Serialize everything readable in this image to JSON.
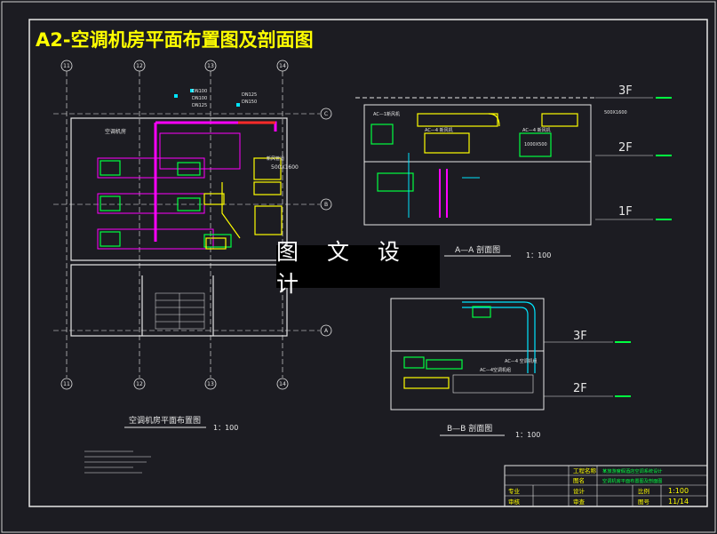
{
  "drawing": {
    "title": "A2-空调机房平面布置图及剖面图",
    "watermark": "图 文 设 计",
    "plan": {
      "title": "空调机房平面布置图",
      "scale": "1：100",
      "room_label": "空调机房",
      "axis_top": [
        "11",
        "12",
        "13",
        "14"
      ],
      "axis_bottom": [
        "11",
        "12",
        "13",
        "14"
      ],
      "axis_right": [
        "C",
        "B",
        "A"
      ],
      "duct_label": "500X1600",
      "duct_note": "新风管道",
      "duct_sizes": [
        "DN100",
        "DN100",
        "DN125",
        "DN125",
        "DN150"
      ]
    },
    "section_aa": {
      "title": "A—A 剖面图",
      "scale": "1：100",
      "floors": [
        "3F",
        "2F",
        "1F"
      ],
      "unit_labels": [
        "AC—1新风机",
        "AC—4 新风机",
        "AC—4 新风机"
      ],
      "duct_sizes": [
        "500X1600",
        "1000X500"
      ]
    },
    "section_bb": {
      "title": "B—B 剖面图",
      "scale": "1：100",
      "floors": [
        "3F",
        "2F"
      ],
      "unit_labels": [
        "AC—4空调机组",
        "AC—4 空调机组"
      ]
    },
    "title_block": {
      "project_label": "工程名称",
      "project_value": "某旅游度假酒店空调系统设计",
      "drawing_label": "图名",
      "drawing_value": "空调机房平面布置图及剖面图",
      "major_label": "专业",
      "design_label": "设计",
      "check_label": "审核",
      "review_label": "审查",
      "scale_label": "比例",
      "scale_value": "1:100",
      "sheet_label": "图号",
      "sheet_value": "11/14"
    },
    "colors": {
      "background": "#1c1c22",
      "frame": "#e6e6e6",
      "title": "#ffff00",
      "duct_magenta": "#ff00ff",
      "duct_red": "#ff2a2a",
      "green": "#00ff40",
      "yellow": "#ffff00",
      "cyan": "#00e5ff"
    }
  }
}
